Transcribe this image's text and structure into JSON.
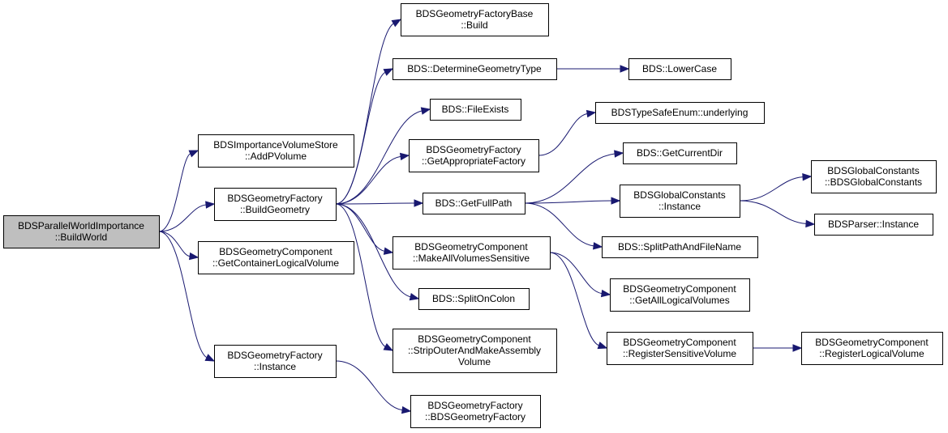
{
  "nodes": [
    {
      "id": "root",
      "lines": [
        "BDSParallelWorldImportance",
        "::BuildWorld"
      ]
    },
    {
      "id": "addpvolume",
      "lines": [
        "BDSImportanceVolumeStore",
        "::AddPVolume"
      ]
    },
    {
      "id": "buildgeometry",
      "lines": [
        "BDSGeometryFactory",
        "::BuildGeometry"
      ]
    },
    {
      "id": "getcontainerlv",
      "lines": [
        "BDSGeometryComponent",
        "::GetContainerLogicalVolume"
      ]
    },
    {
      "id": "factory-instance",
      "lines": [
        "BDSGeometryFactory",
        "::Instance"
      ]
    },
    {
      "id": "factorybase-build",
      "lines": [
        "BDSGeometryFactoryBase",
        "::Build"
      ]
    },
    {
      "id": "determinegeomtype",
      "lines": [
        "BDS::DetermineGeometryType"
      ]
    },
    {
      "id": "fileexists",
      "lines": [
        "BDS::FileExists"
      ]
    },
    {
      "id": "getappropriatefactory",
      "lines": [
        "BDSGeometryFactory",
        "::GetAppropriateFactory"
      ]
    },
    {
      "id": "getfullpath",
      "lines": [
        "BDS::GetFullPath"
      ]
    },
    {
      "id": "makeallvolsensitive",
      "lines": [
        "BDSGeometryComponent",
        "::MakeAllVolumesSensitive"
      ]
    },
    {
      "id": "splitoncolon",
      "lines": [
        "BDS::SplitOnColon"
      ]
    },
    {
      "id": "stripouter",
      "lines": [
        "BDSGeometryComponent",
        "::StripOuterAndMakeAssembly",
        "Volume"
      ]
    },
    {
      "id": "factory-ctor",
      "lines": [
        "BDSGeometryFactory",
        "::BDSGeometryFactory"
      ]
    },
    {
      "id": "lowercase",
      "lines": [
        "BDS::LowerCase"
      ]
    },
    {
      "id": "underlying",
      "lines": [
        "BDSTypeSafeEnum::underlying"
      ]
    },
    {
      "id": "getcurrentdir",
      "lines": [
        "BDS::GetCurrentDir"
      ]
    },
    {
      "id": "globalconst-instance",
      "lines": [
        "BDSGlobalConstants",
        "::Instance"
      ]
    },
    {
      "id": "splitpathandfilename",
      "lines": [
        "BDS::SplitPathAndFileName"
      ]
    },
    {
      "id": "getalllv",
      "lines": [
        "BDSGeometryComponent",
        "::GetAllLogicalVolumes"
      ]
    },
    {
      "id": "registersensitive",
      "lines": [
        "BDSGeometryComponent",
        "::RegisterSensitiveVolume"
      ]
    },
    {
      "id": "globalconst-ctor",
      "lines": [
        "BDSGlobalConstants",
        "::BDSGlobalConstants"
      ]
    },
    {
      "id": "parser-instance",
      "lines": [
        "BDSParser::Instance"
      ]
    },
    {
      "id": "registerlv",
      "lines": [
        "BDSGeometryComponent",
        "::RegisterLogicalVolume"
      ]
    }
  ],
  "edges": [
    {
      "from": "root",
      "to": "addpvolume"
    },
    {
      "from": "root",
      "to": "buildgeometry"
    },
    {
      "from": "root",
      "to": "getcontainerlv"
    },
    {
      "from": "root",
      "to": "factory-instance"
    },
    {
      "from": "buildgeometry",
      "to": "factorybase-build"
    },
    {
      "from": "buildgeometry",
      "to": "determinegeomtype"
    },
    {
      "from": "buildgeometry",
      "to": "fileexists"
    },
    {
      "from": "buildgeometry",
      "to": "getappropriatefactory"
    },
    {
      "from": "buildgeometry",
      "to": "getfullpath"
    },
    {
      "from": "buildgeometry",
      "to": "makeallvolsensitive"
    },
    {
      "from": "buildgeometry",
      "to": "splitoncolon"
    },
    {
      "from": "buildgeometry",
      "to": "stripouter"
    },
    {
      "from": "factory-instance",
      "to": "factory-ctor"
    },
    {
      "from": "determinegeomtype",
      "to": "lowercase"
    },
    {
      "from": "getappropriatefactory",
      "to": "underlying"
    },
    {
      "from": "getfullpath",
      "to": "getcurrentdir"
    },
    {
      "from": "getfullpath",
      "to": "globalconst-instance"
    },
    {
      "from": "getfullpath",
      "to": "splitpathandfilename"
    },
    {
      "from": "makeallvolsensitive",
      "to": "getalllv"
    },
    {
      "from": "makeallvolsensitive",
      "to": "registersensitive"
    },
    {
      "from": "globalconst-instance",
      "to": "globalconst-ctor"
    },
    {
      "from": "globalconst-instance",
      "to": "parser-instance"
    },
    {
      "from": "registersensitive",
      "to": "registerlv"
    }
  ],
  "colors": {
    "edge": "#191970",
    "root_fill": "#bfbfbf",
    "node_fill": "#ffffff",
    "node_stroke": "#000000"
  }
}
